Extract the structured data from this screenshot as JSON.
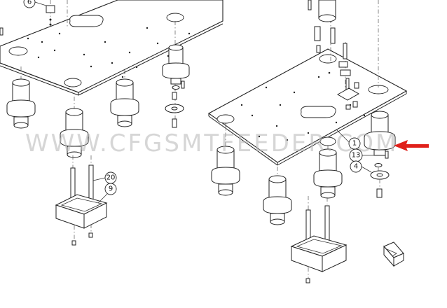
{
  "watermark": "WWW.CFGSMTFEEDER.COM",
  "callouts": {
    "c6": "6",
    "c20": "20",
    "c9": "9",
    "c1": "1",
    "c13": "13",
    "c4": "4"
  },
  "colors": {
    "arrow": "#e0201a",
    "line": "#222222",
    "watermark": "#b4b4b4"
  },
  "icons": {
    "direction_marker": "arrow-box-icon"
  }
}
